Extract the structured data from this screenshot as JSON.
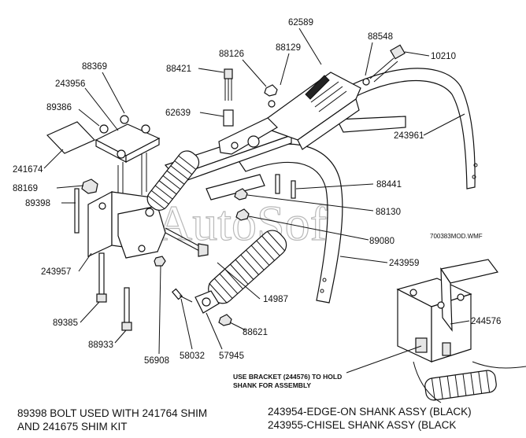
{
  "watermark": "AutoSoft",
  "file_name": "700383MOD.WMF",
  "part_labels": {
    "p62589": "62589",
    "p88548": "88548",
    "p10210": "10210",
    "p88126": "88126",
    "p88129": "88129",
    "p88421": "88421",
    "p88369": "88369",
    "p243956": "243956",
    "p89386": "89386",
    "p62639": "62639",
    "p243961": "243961",
    "p241674": "241674",
    "p88169": "88169",
    "p89398": "89398",
    "p88441": "88441",
    "p88130": "88130",
    "p89080": "89080",
    "p243959": "243959",
    "p243957": "243957",
    "p14987": "14987",
    "p89385": "89385",
    "p88621": "88621",
    "p88933": "88933",
    "p56908": "56908",
    "p58032": "58032",
    "p57945": "57945",
    "p244576": "244576"
  },
  "bracket_note": {
    "line1": "USE BRACKET (244576) TO HOLD",
    "line2": "SHANK FOR ASSEMBLY"
  },
  "notes": {
    "left_line1": "89398 BOLT USED WITH 241764 SHIM",
    "left_line2": "AND 241675 SHIM KIT",
    "right_line1": "243954-EDGE-ON SHANK ASSY (BLACK)",
    "right_line2": "243955-CHISEL SHANK ASSY (BLACK"
  }
}
